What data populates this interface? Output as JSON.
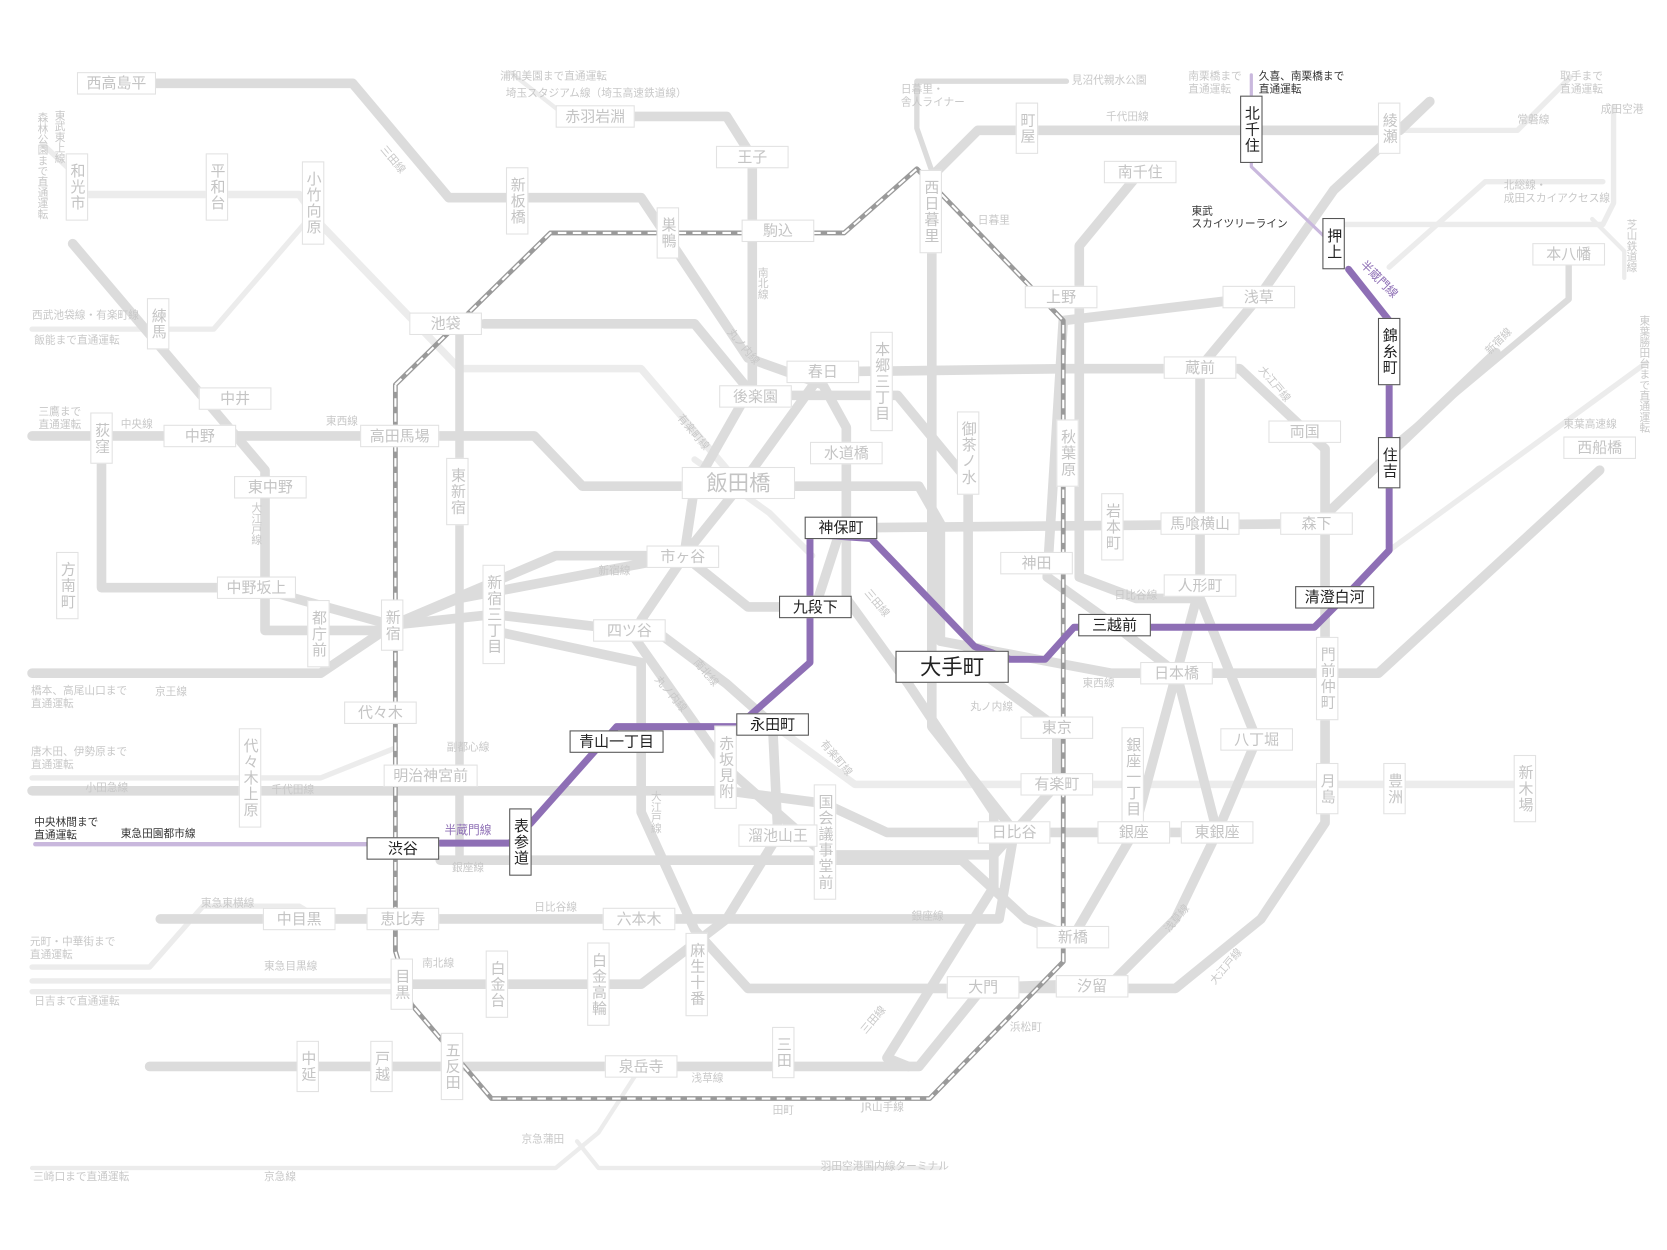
{
  "colors": {
    "hanzomon": "#8e6fb5",
    "through_service": "#c9b8dd",
    "other_lines": "#dcdcdc",
    "jr_yamanote": "#9a9a9a"
  },
  "hanzomon_stations": {
    "shibuya": "渋谷",
    "omotesando": "表参道",
    "aoyama_itchome": "青山一丁目",
    "nagatacho": "永田町",
    "kudanshita": "九段下",
    "jimbocho": "神保町",
    "otemachi": "大手町",
    "mitsukoshimae": "三越前",
    "kiyosumi_shirakawa": "清澄白河",
    "sumiyoshi": "住吉",
    "kinshicho": "錦糸町",
    "oshiage": "押上",
    "kita_senju": "北千住"
  },
  "other_stations": {
    "nishitakashimadaira": "西高島平",
    "akabane_iwabuchi": "赤羽岩淵",
    "oji": "王子",
    "shin_itabashi": "新板橋",
    "wakoshi": "和光市",
    "heiwadai": "平和台",
    "kotake_mukaihara": "小竹向原",
    "sugamo": "巣鴨",
    "komagome": "駒込",
    "nishi_nippori": "西日暮里",
    "machiya": "町屋",
    "minami_senju": "南千住",
    "ayase": "綾瀬",
    "motoyawata": "本八幡",
    "ueno": "上野",
    "asakusa": "浅草",
    "ikebukuro": "池袋",
    "nerima": "練馬",
    "kasuga": "春日",
    "korakuen": "後楽園",
    "hongo_sanchome": "本郷三丁目",
    "kuramae": "蔵前",
    "nakai": "中井",
    "nakano": "中野",
    "ogikubo": "荻窪",
    "takadanobaba": "高田馬場",
    "ryogoku": "両国",
    "nishi_funabashi": "西船橋",
    "suidobashi": "水道橋",
    "iidabashi": "飯田橋",
    "ochanomizu": "御茶ノ水",
    "akihabara": "秋葉原",
    "higashi_nakano": "東中野",
    "higashi_shinjuku": "東新宿",
    "iwamotocho": "岩本町",
    "bakuro_yokoyama": "馬喰横山",
    "morishita": "森下",
    "kanda": "神田",
    "ichigaya": "市ヶ谷",
    "ningyocho": "人形町",
    "honancho": "方南町",
    "nakano_sakaue": "中野坂上",
    "tochomae": "都庁前",
    "shinjuku": "新宿",
    "shinjuku_sanchome": "新宿三丁目",
    "yotsuya": "四ツ谷",
    "monzen_nakacho": "門前仲町",
    "nihombashi": "日本橋",
    "yoyogi": "代々木",
    "tokyo": "東京",
    "hatchobori": "八丁堀",
    "akasaka_mitsuke": "赤坂見附",
    "yoyogi_uehara": "代々木上原",
    "meiji_jingumae": "明治神宮前",
    "ginza_itchome": "銀座一丁目",
    "yurakucho": "有楽町",
    "tsukishima": "月島",
    "toyosu": "豊洲",
    "shin_kiba": "新木場",
    "kokkai_gijidomae": "国会議事堂前",
    "tameike_sanno": "溜池山王",
    "hibiya": "日比谷",
    "ginza": "銀座",
    "higashi_ginza": "東銀座",
    "naka_meguro": "中目黒",
    "ebisu": "恵比寿",
    "roppongi": "六本木",
    "shimbashi": "新橋",
    "azabu_juban": "麻生十番",
    "meguro": "目黒",
    "shirokanedai": "白金台",
    "shirokane_takanawa": "白金高輪",
    "daimon": "大門",
    "shiodome": "汐留",
    "mita": "三田",
    "nakanobu": "中延",
    "togoshi": "戸越",
    "gotanda": "五反田",
    "sengakuji": "泉岳寺"
  },
  "labels": {
    "hanzomon_line_west": "半蔵門線",
    "hanzomon_line_east": "半蔵門線",
    "chuo_rinkan_through": "中央林間まで\n直通運転",
    "denentoshi_line": "東急田園都市線",
    "kuki_through": "久喜、南栗橋まで\n直通運転",
    "tobu_skytree_line": "東武\nスカイツリーライン",
    "minami_kurihashi_through": "南栗橋まで\n直通運転",
    "toride_through": "取手まで\n直通運転",
    "joban_line": "常磐線",
    "narita_airport": "成田空港",
    "hokuso_line": "北総線・\n成田スカイアクセス線",
    "shibayama_line": "芝山鉄道線",
    "toyo_katsutadai_through": "東葉勝田台まで直通運転",
    "toyo_rapid_line": "東葉高速線",
    "shinjuku_line_east": "新宿線",
    "chiyoda_line_north": "千代田線",
    "nippori_toneri": "日暮里・\n舎人ライナー",
    "minumadai": "見沼代親水公園",
    "nippori": "日暮里",
    "urawa_misono_through": "浦和美園まで直通運転",
    "saitama_stadium_line": "埼玉スタジアム線（埼玉高速鉄道線）",
    "mita_line_north": "三田線",
    "tobu_tojo_line": "東武東上線",
    "shinrin_koen_through": "森林公園まで直通運転",
    "seibu_ikebukuro_line": "西武池袋線・有楽町線",
    "hanno_through": "飯能まで直通運転",
    "mitaka_through": "三鷹まで\n直通運転",
    "chuo_line": "中央線",
    "tozai_line_west": "東西線",
    "namboku_line_north": "南北線",
    "marunouchi_line_north": "丸ノ内線",
    "yurakucho_line": "有楽町線",
    "oedo_line_west": "大江戸線",
    "shinjuku_line": "新宿線",
    "mita_line_center": "三田線",
    "hibiya_line_east": "日比谷線",
    "oedo_line_east": "大江戸線",
    "tozai_line_east": "東西線",
    "marunouchi_line_center": "丸ノ内線",
    "namboku_line_center": "南北線",
    "marunouchi_line_west": "丸ノ内線",
    "fukutoshin_line": "副都心線",
    "hashimoto_through": "橋本、高尾山口まで\n直通運転",
    "keio_line": "京王線",
    "karakida_through": "唐木田、伊勢原まで\n直通運転",
    "odakyu_line": "小田急線",
    "chiyoda_line_west": "千代田線",
    "yurakucho_line_center": "有楽町線",
    "oedo_line_south": "大江戸線",
    "ginza_line_west": "銀座線",
    "hibiya_line_south": "日比谷線",
    "ginza_line_east": "銀座線",
    "toyoko_line": "東急東横線",
    "motomachi_through": "元町・中華街まで\n直通運転",
    "meguro_line": "東急目黒線",
    "hiyoshi_through": "日吉まで直通運転",
    "namboku_line_south": "南北線",
    "asakusa_line_east": "浅草線",
    "oedo_line_southeast": "大江戸線",
    "mita_line_south": "三田線",
    "hamamatsucho": "浜松町",
    "asakusa_line_south": "浅草線",
    "tamachi": "田町",
    "jr_yamanote_line": "JR山手線",
    "keikyu_kamata": "京急蒲田",
    "keikyu_line": "京急線",
    "misakiguchi_through": "三崎口まで直通運転",
    "haneda_airport": "羽田空港国内線ターミナル"
  }
}
